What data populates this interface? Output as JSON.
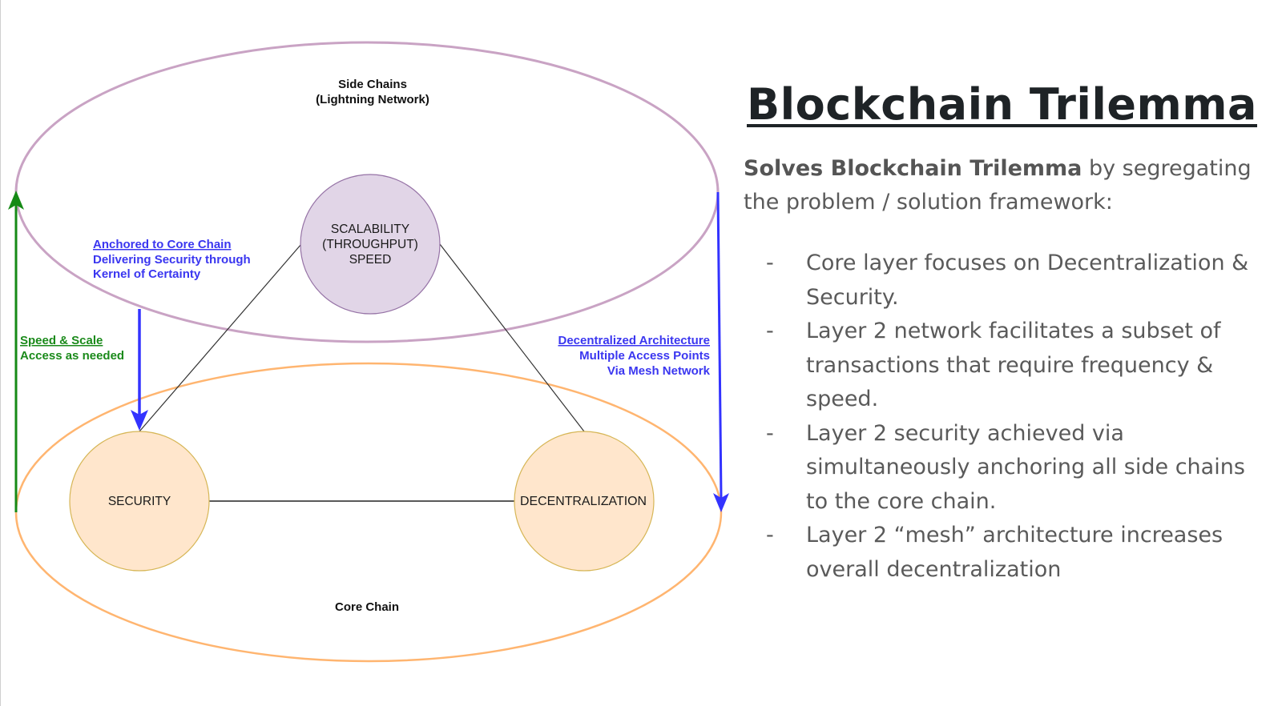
{
  "diagram": {
    "side_chain_label": [
      "Side Chains",
      "(Lightning Network)"
    ],
    "core_chain_label": "Core Chain",
    "nodes": {
      "scalability": [
        "SCALABILITY",
        "(THROUGHPUT)",
        "SPEED"
      ],
      "security": "SECURITY",
      "decentralization": "DECENTRALIZATION"
    },
    "annotations": {
      "anchored": {
        "heading": "Anchored to Core Chain",
        "lines": [
          "Delivering Security through",
          "Kernel of Certainty"
        ]
      },
      "speed_scale": {
        "heading": "Speed & Scale",
        "lines": [
          "Access as needed"
        ]
      },
      "decentralized_arch": {
        "heading": "Decentralized Architecture",
        "lines": [
          "Multiple Access Points",
          "Via Mesh Network"
        ]
      }
    },
    "colors": {
      "side_chain_ring": "#c9a3c4",
      "side_chain_node_fill": "#e1d5e7",
      "side_chain_node_stroke": "#9673a6",
      "core_chain_ring": "#ffb570",
      "core_node_fill": "#ffe6cc",
      "core_node_stroke": "#d6b656",
      "arrow_blue": "#3333ff",
      "arrow_green": "#168a16",
      "edge": "#333333"
    }
  },
  "panel": {
    "title": "Blockchain Trilemma",
    "intro_bold": "Solves Blockchain Trilemma",
    "intro_rest": " by segregating the problem / solution framework:",
    "bullet_marker": "-",
    "bullets": [
      "Core layer focuses on Decentralization & Security.",
      "Layer 2 network facilitates a subset of transactions that require frequency & speed.",
      "Layer 2 security achieved via simultaneously anchoring all side chains to the core chain.",
      "Layer 2 “mesh” architecture increases overall decentralization"
    ]
  }
}
